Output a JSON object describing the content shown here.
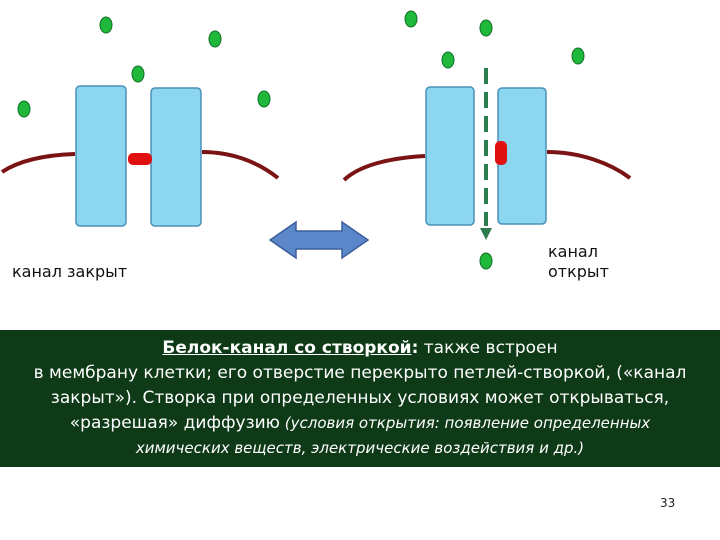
{
  "labels": {
    "closed": "канал закрыт",
    "open_line1": "канал",
    "open_line2": "открыт"
  },
  "caption": {
    "title": "Белок-канал со створкой",
    "colon": ":",
    "lead": " также встроен",
    "line2": "в мембрану клетки; его отверстие перекрыто петлей-створкой, («канал",
    "line3": "закрыт»). Створка при определенных условиях может открываться,",
    "line4_main": "«разрешая» диффузию",
    "line4_note": " (условия открытия: появление определенных",
    "line5_note": "химических веществ, электрические воздействия и др.)"
  },
  "page_number": "33",
  "colors": {
    "protein": "#8dd6f0",
    "membrane": "#7a1414",
    "gate": "#e01010",
    "molecule": "#1fb83a",
    "arrow": "#5b86c9",
    "diffusion_arrow": "#2e7d4e",
    "caption_bg": "#0e3a17"
  }
}
